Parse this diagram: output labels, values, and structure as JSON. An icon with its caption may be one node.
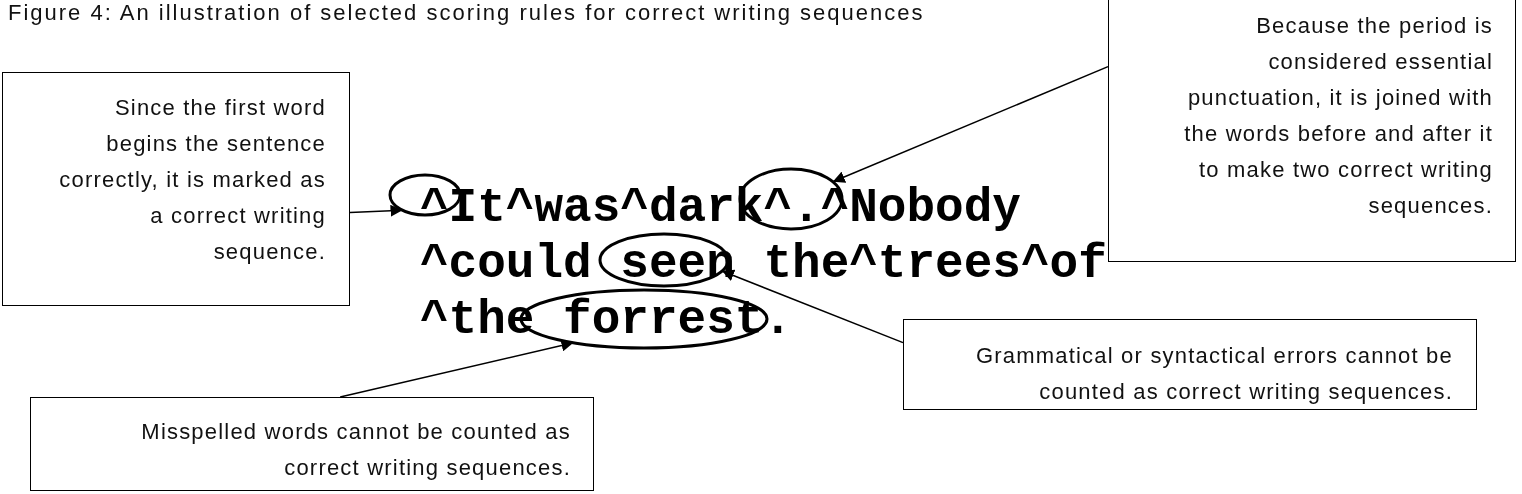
{
  "diagram": {
    "title": "Figure 4: An illustration of selected scoring rules for correct writing sequences",
    "nodes": [
      {
        "text": [
          "Because the period is considered essential punctuation, it is joined with the words before and after it to make two correct writing sequences."
        ]
      },
      {
        "text": [
          "Since the first word begins the sentence correctly, it is marked as a correct writing sequence."
        ]
      },
      {
        "text": [],
        "shape": "ellipse"
      },
      {
        "text": [],
        "shape": "ellipse"
      },
      {
        "text": [],
        "shape": "ellipse"
      },
      {
        "text": [],
        "shape": "ellipse"
      },
      {
        "text": [
          "Grammatical or syntactical errors cannot be counted as correct writing sequences."
        ]
      },
      {
        "text": [
          "Misspelled words cannot be counted as correct writing sequences."
        ]
      }
    ],
    "edges": [
      {
        "from": 1,
        "to": 2,
        "arrow": "to"
      },
      {
        "from": 0,
        "to": 3,
        "arrow": "to"
      },
      {
        "from": 6,
        "to": 4,
        "arrow": "to"
      },
      {
        "from": 7,
        "to": 5,
        "arrow": "to"
      }
    ],
    "labels": [
      "^It^was^dark^.^Nobody",
      "^could seen the^trees^of",
      "^the forrest."
    ]
  }
}
